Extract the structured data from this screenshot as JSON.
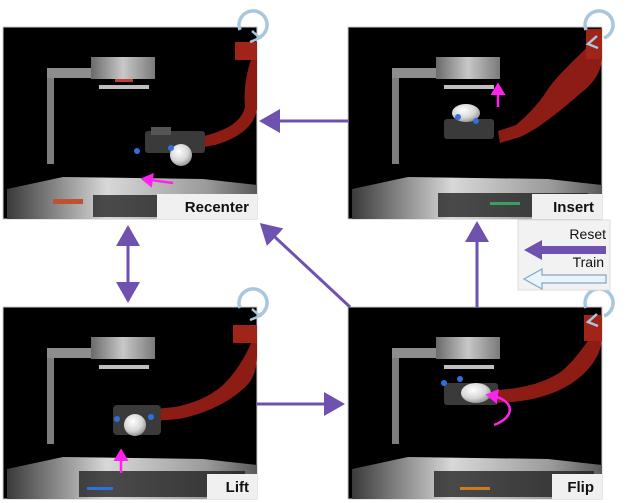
{
  "colors": {
    "flow_arrow": "#6f52b0",
    "train_arrow_fill": "#eaf4fb",
    "train_arrow_stroke": "#7fa8c4",
    "loop_stroke": "#a9c7dc",
    "robot_arm": "#8c1c14",
    "motion_arrow": "#ff22ee",
    "scene_bg": "#000000",
    "label_bg": "#f0f0f0"
  },
  "panels": [
    {
      "id": "recenter",
      "label": "Recenter",
      "motion": "left"
    },
    {
      "id": "insert",
      "label": "Insert",
      "motion": "up"
    },
    {
      "id": "lift",
      "label": "Lift",
      "motion": "up"
    },
    {
      "id": "flip",
      "label": "Flip",
      "motion": "curl"
    }
  ],
  "edges": [
    {
      "from": "insert",
      "to": "recenter",
      "type": "reset"
    },
    {
      "from": "flip",
      "to": "recenter",
      "type": "reset"
    },
    {
      "from": "flip",
      "to": "insert",
      "type": "reset"
    },
    {
      "from": "lift",
      "to": "flip",
      "type": "reset"
    },
    {
      "from": "recenter",
      "to": "lift",
      "type": "reset",
      "bidirectional": true
    }
  ],
  "legend": {
    "reset_label": "Reset",
    "train_label": "Train"
  },
  "icons": {
    "self_loop": "circular-arrow-icon",
    "motion": "magenta-arrow-icon"
  }
}
